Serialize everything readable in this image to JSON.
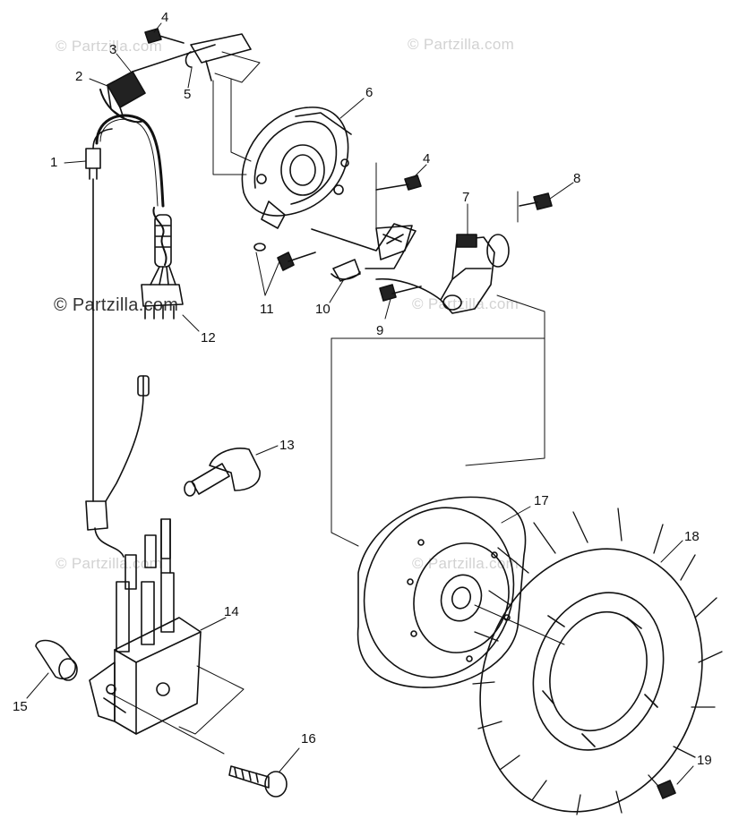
{
  "watermarks": {
    "main": "© Partzilla.com",
    "faint": "© Partzilla.com"
  },
  "callouts": [
    "1",
    "2",
    "3",
    "4",
    "5",
    "6",
    "4",
    "7",
    "8",
    "9",
    "10",
    "11",
    "12",
    "13",
    "14",
    "15",
    "16",
    "17",
    "18",
    "19"
  ],
  "colors": {
    "ink": "#111111",
    "watermark_faint": "#d2d2d2",
    "watermark_main": "#333333"
  }
}
